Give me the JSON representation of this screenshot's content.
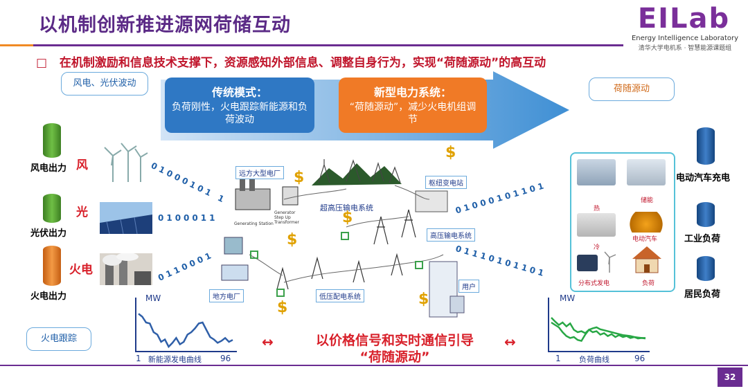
{
  "title": "以机制创新推进源网荷储互动",
  "logo": {
    "name": "EILab",
    "subtitle_en": "Energy Intelligence Laboratory",
    "subtitle_zh": "清华大学电机系 · 智慧能源课题组"
  },
  "headline": {
    "bullet": "□",
    "text": "在机制激励和信息技术支撑下，资源感知外部信息、调整自身行为，实现“荷随源动”的高互动"
  },
  "left_bubbles": {
    "top": "风电、光伏波动",
    "bottom": "火电跟踪"
  },
  "sources": [
    {
      "label": "风电出力",
      "tag": "风",
      "color": "#4e9a2d"
    },
    {
      "label": "光伏出力",
      "tag": "光",
      "color": "#4e9a2d"
    },
    {
      "label": "火电出力",
      "tag": "火电",
      "color": "#e07a20"
    }
  ],
  "binary": {
    "wind": "01000101 1",
    "solar": "0100011",
    "thermal": "0110001",
    "right_top": "01000101101",
    "right_bottom": "01110101101"
  },
  "arrow_panel": {
    "traditional": {
      "title": "传统模式：",
      "body": "负荷刚性，火电跟踪新能源和负荷波动"
    },
    "new": {
      "title": "新型电力系统：",
      "body": "“荷随源动”，减少火电机组调节"
    }
  },
  "network_labels": {
    "remote_plant": "远方大型电厂",
    "generating_station": "Generating Station",
    "step_up": "Generator Step Up Transformer",
    "uhv": "超高压输电系统",
    "hub_substation": "枢纽变电站",
    "hv": "高压输电系统",
    "local_plant": "地方电厂",
    "lv": "低压配电系统",
    "user": "用户"
  },
  "dollar_symbol": "$",
  "right_bubble": "荷随源动",
  "right_box_items": [
    {
      "label": "热"
    },
    {
      "label": "储能"
    },
    {
      "label": "冷"
    },
    {
      "label": "电动汽车"
    },
    {
      "label": "分布式发电"
    },
    {
      "label": "负荷"
    }
  ],
  "loads": [
    {
      "label": "电动汽车充电",
      "color": "#1f5fa8"
    },
    {
      "label": "工业负荷",
      "color": "#1f5fa8"
    },
    {
      "label": "居民负荷",
      "color": "#1f5fa8"
    }
  ],
  "bottom_text": {
    "line1": "以价格信号和实时通信引导",
    "line2": "“荷随源动”"
  },
  "arrows": {
    "left": "↔",
    "right": "↔"
  },
  "page_number": "32",
  "colors": {
    "purple": "#6a2c91",
    "red": "#d8202a",
    "blue_panel": "#2f78c4",
    "orange_panel": "#f07a26",
    "green_curve": "#28a745"
  },
  "chart_data": [
    {
      "type": "line",
      "title": "",
      "ylabel": "MW",
      "xlabel": "新能源发电曲线",
      "x_start": "1",
      "x_end": "96",
      "series": [
        {
          "values": [
            78,
            72,
            60,
            58,
            40,
            35,
            20,
            25,
            10,
            18,
            28,
            15,
            20,
            35,
            40,
            48,
            58,
            60,
            45,
            30,
            25,
            18,
            22,
            28,
            20,
            24
          ]
        }
      ]
    },
    {
      "type": "line",
      "title": "",
      "ylabel": "MW",
      "xlabel": "负荷曲线",
      "x_start": "1",
      "x_end": "96",
      "series": [
        {
          "values": [
            70,
            62,
            55,
            60,
            52,
            58,
            45,
            40,
            42,
            38,
            45,
            40,
            42,
            35,
            38,
            32,
            36,
            30,
            34,
            30,
            32,
            28,
            30,
            27,
            28,
            27
          ]
        },
        {
          "values": [
            60,
            55,
            50,
            40,
            32,
            28,
            30,
            24,
            22,
            35,
            45,
            48,
            50,
            46,
            44,
            42,
            40,
            38,
            36,
            34,
            33,
            32,
            30,
            29,
            28,
            28
          ]
        }
      ]
    }
  ]
}
